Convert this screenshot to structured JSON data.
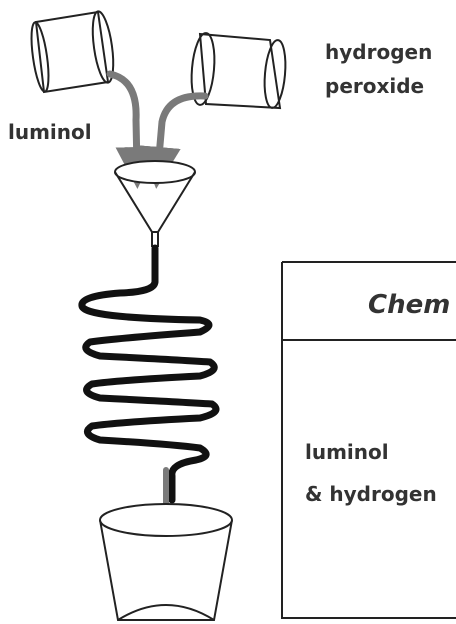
{
  "labels": {
    "reagent_a": "luminol",
    "reagent_b_line1": "hydrogen",
    "reagent_b_line2": "peroxide",
    "panel_title": "Chem",
    "panel_item_line1": "luminol",
    "panel_item_line2": "& hydrogen"
  },
  "colors": {
    "stroke": "#222222",
    "arrow": "#7a7a7a",
    "text": "#333333",
    "panel_border": "#222222"
  },
  "icons": {
    "left_beaker": "tilted-beaker-icon",
    "right_beaker": "tilted-beaker-icon",
    "funnel": "funnel-icon",
    "coil": "coil-tube-icon",
    "bottom_beaker": "beaker-icon"
  }
}
